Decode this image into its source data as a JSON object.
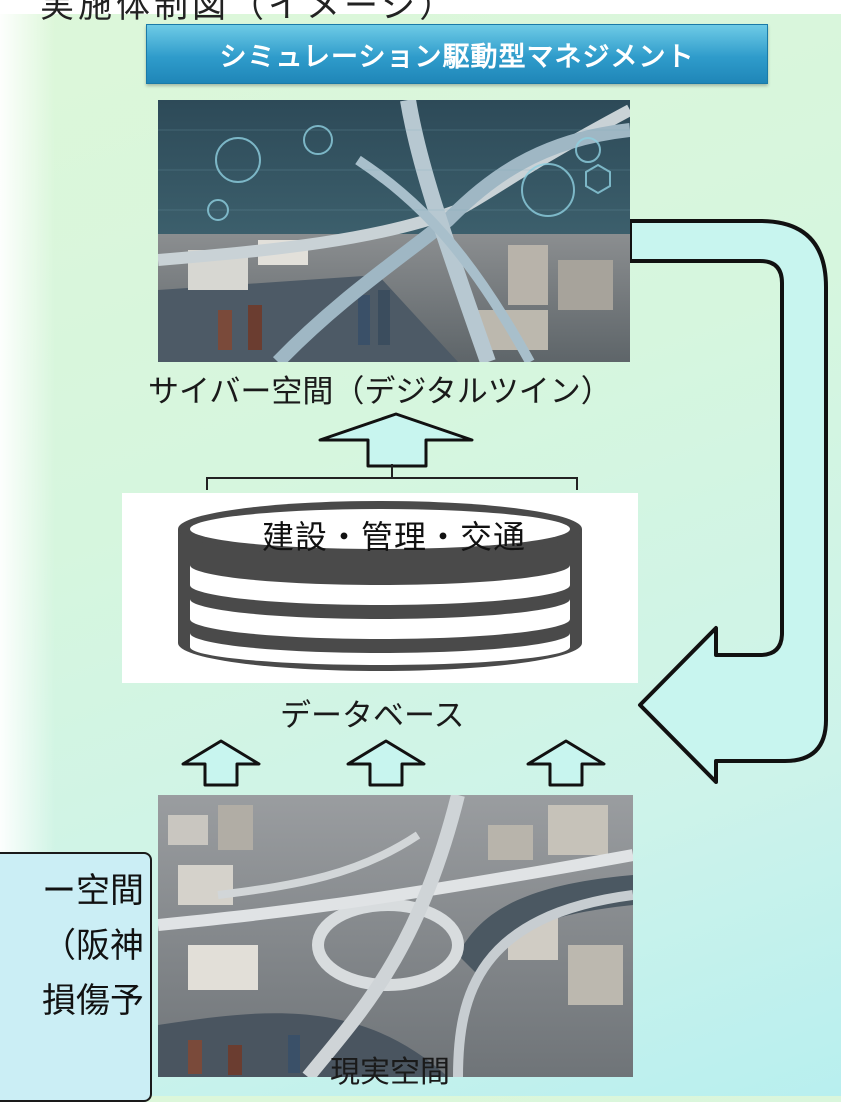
{
  "header": {
    "cut_text": "実施体制図（イメージ）",
    "banner_title": "シミュレーション駆動型マネジメント"
  },
  "cyber_space": {
    "caption": "サイバー空間（デジタルツイン）"
  },
  "database": {
    "layer_label": "建設・管理・交通",
    "caption": "データベース"
  },
  "real_space": {
    "caption": "現実空間"
  },
  "side_note": {
    "lines": [
      "ー空間",
      "（阪神",
      "損傷予"
    ]
  },
  "colors": {
    "banner": "#2f9ccb",
    "arrow_fill": "#c8f5ef",
    "arrow_stroke": "#111111",
    "cylinder": "#4a4a4a",
    "side_box": "#cbeef5"
  }
}
